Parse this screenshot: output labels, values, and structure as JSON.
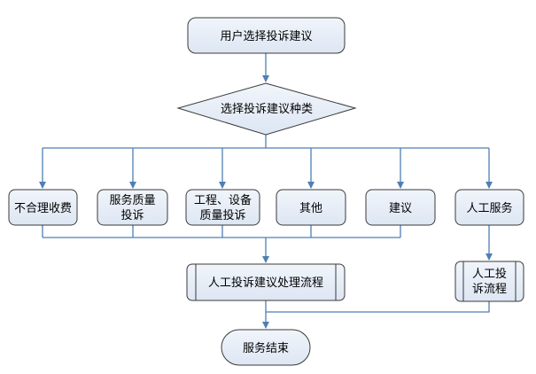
{
  "flowchart": {
    "start": "用户选择投诉建议",
    "decision": "选择投诉建议种类",
    "categories": [
      {
        "lines": [
          "不合理收费"
        ]
      },
      {
        "lines": [
          "服务质量",
          "投诉"
        ]
      },
      {
        "lines": [
          "工程、设备",
          "质量投诉"
        ]
      },
      {
        "lines": [
          "其他"
        ]
      },
      {
        "lines": [
          "建议"
        ]
      },
      {
        "lines": [
          "人工服务"
        ]
      }
    ],
    "process_main": "人工投诉建议处理流程",
    "process_manual": [
      "人工投",
      "诉流程"
    ],
    "end": "服务结束"
  },
  "colors": {
    "node_fill": "#e8eef7",
    "node_stroke": "#3a3a3a",
    "edge": "#4f7fb3"
  }
}
